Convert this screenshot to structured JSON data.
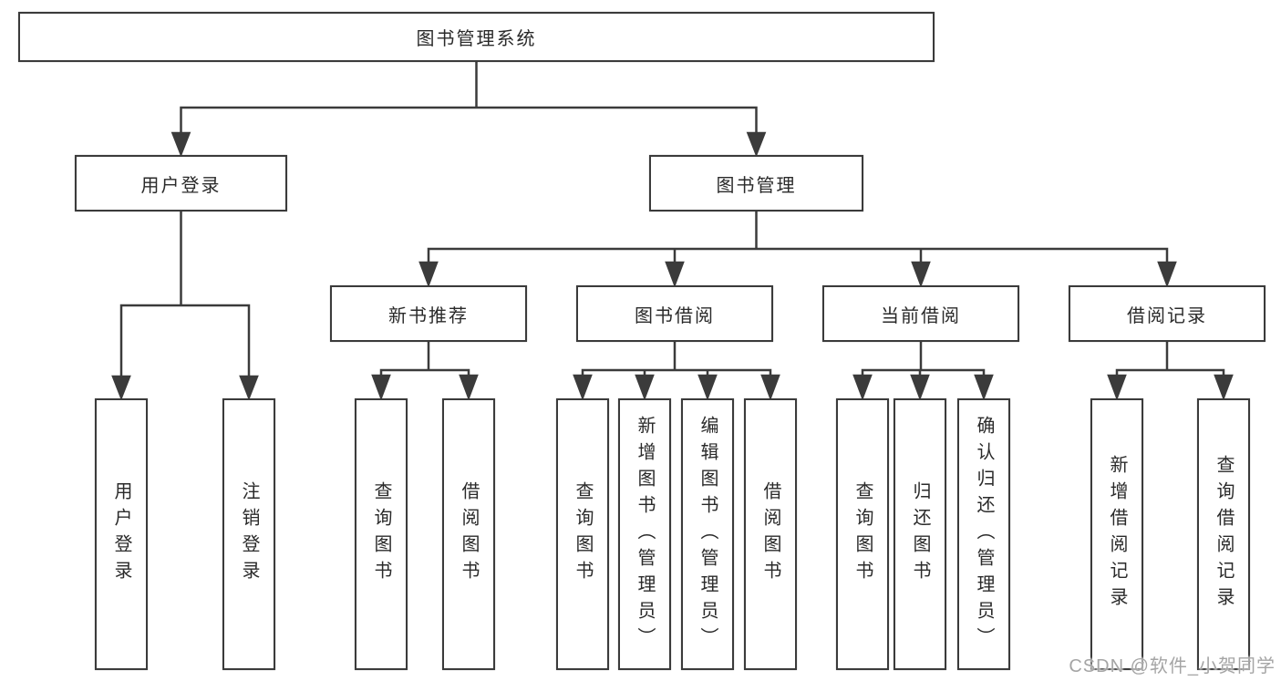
{
  "diagram": {
    "root": {
      "label": "图书管理系统"
    },
    "level2": {
      "user_login": {
        "label": "用户登录"
      },
      "book_mgmt": {
        "label": "图书管理"
      }
    },
    "level3": {
      "new_book_rec": {
        "label": "新书推荐"
      },
      "book_borrow": {
        "label": "图书借阅"
      },
      "current_borrow": {
        "label": "当前借阅"
      },
      "borrow_records": {
        "label": "借阅记录"
      }
    },
    "leaves": {
      "ul_user_login": {
        "label": "用户登录"
      },
      "ul_logout": {
        "label": "注销登录"
      },
      "nbr_query_book": {
        "label": "查询图书"
      },
      "nbr_borrow_book": {
        "label": "借阅图书"
      },
      "bb_query_book": {
        "label": "查询图书"
      },
      "bb_add_book": {
        "label": "新增图书（管理员）"
      },
      "bb_edit_book": {
        "label": "编辑图书（管理员）"
      },
      "bb_borrow_book": {
        "label": "借阅图书"
      },
      "cb_query_book": {
        "label": "查询图书"
      },
      "cb_return_book": {
        "label": "归还图书"
      },
      "cb_confirm_return": {
        "label": "确认归还（管理员）"
      },
      "br_add_record": {
        "label": "新增借阅记录"
      },
      "br_query_record": {
        "label": "查询借阅记录"
      }
    },
    "colors": {
      "line": "#3b3b3b",
      "box_border": "#3b3b3b",
      "text": "#2a2a2a",
      "watermark": "#a5a5a5",
      "background": "#ffffff"
    }
  },
  "watermark": {
    "text": "CSDN @软件_小贺同学"
  }
}
